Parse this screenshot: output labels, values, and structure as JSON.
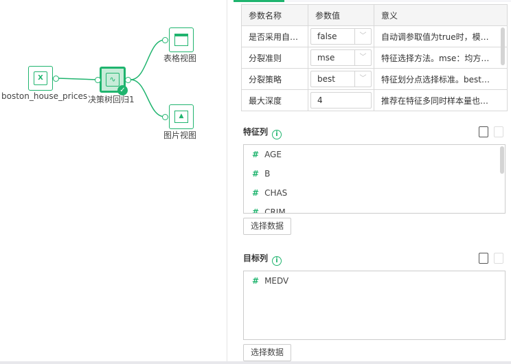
{
  "canvas": {
    "nodes": [
      {
        "label": "boston_house_prices",
        "icon": "excel-icon"
      },
      {
        "label": "决策树回归1",
        "icon": "decision-tree-icon",
        "status": "success"
      },
      {
        "label": "表格视图",
        "icon": "table-view-icon"
      },
      {
        "label": "图片视图",
        "icon": "image-view-icon"
      }
    ]
  },
  "params": {
    "headers": [
      "参数名称",
      "参数值",
      "意义"
    ],
    "rows": [
      {
        "name": "是否采用自动...",
        "value": "false",
        "type": "select",
        "meaning": "自动调参取值为true时，模型自..."
      },
      {
        "name": "分裂准则",
        "value": "mse",
        "type": "select",
        "meaning": "特征选择方法。mse：均方误差..."
      },
      {
        "name": "分裂策略",
        "value": "best",
        "type": "select",
        "meaning": "特征划分点选择标准。best：在..."
      },
      {
        "name": "最大深度",
        "value": "4",
        "type": "input",
        "meaning": "推荐在特征多同时样本量也多时..."
      }
    ]
  },
  "features": {
    "title": "特征列",
    "items": [
      "AGE",
      "B",
      "CHAS",
      "CRIM"
    ],
    "button": "选择数据"
  },
  "target": {
    "title": "目标列",
    "items": [
      "MEDV"
    ],
    "button": "选择数据"
  },
  "colors": {
    "accent": "#1fb46e"
  }
}
